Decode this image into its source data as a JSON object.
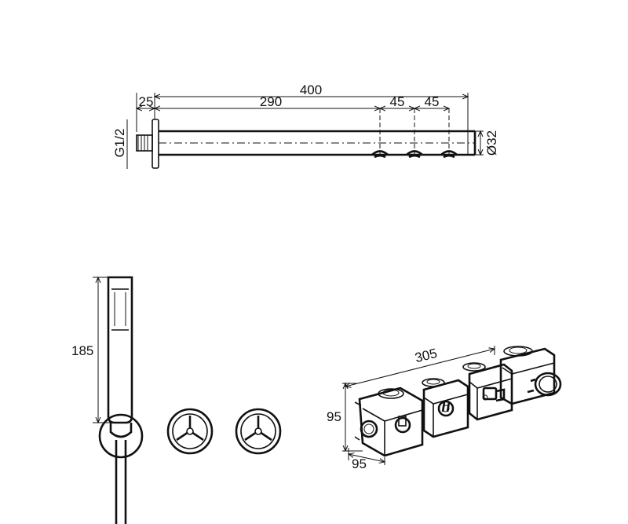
{
  "shower_arm": {
    "dims": {
      "total": "400",
      "flange": "25",
      "arm": "290",
      "gap_1": "45",
      "gap_2": "45",
      "thread": "G1/2",
      "diameter": "Ø32"
    }
  },
  "hand_shower": {
    "dims": {
      "height": "185"
    }
  },
  "valve_box": {
    "dims": {
      "length": "305",
      "height": "95",
      "depth": "95"
    }
  },
  "colors": {
    "line": "#111111",
    "background": "#ffffff"
  }
}
